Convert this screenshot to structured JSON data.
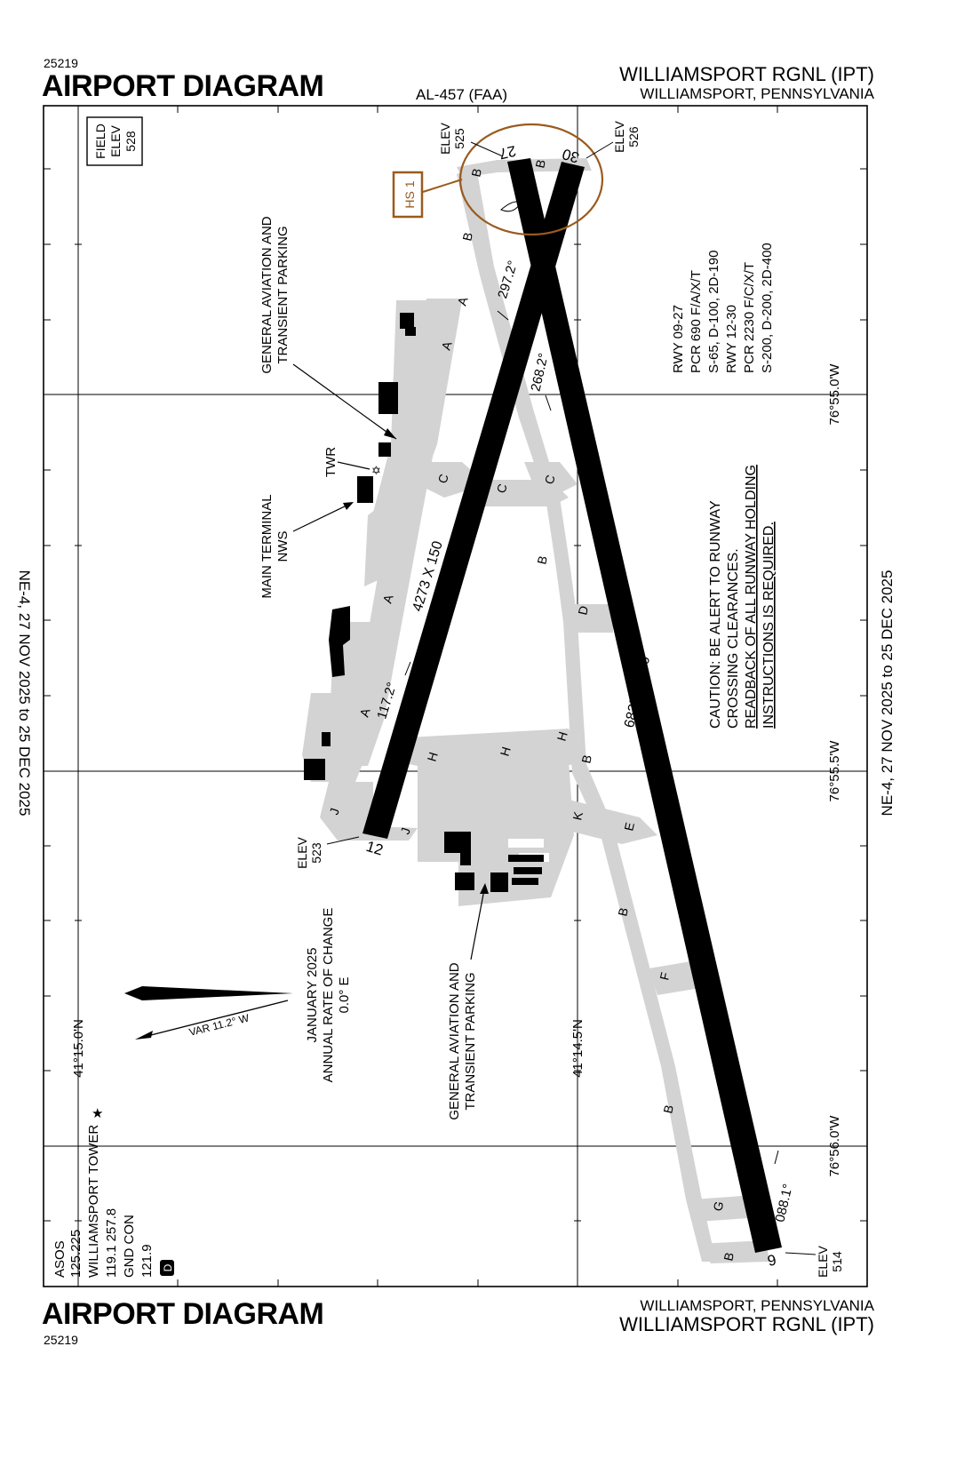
{
  "header": {
    "proc_number_top": "25219",
    "title_top": "AIRPORT DIAGRAM",
    "al_number": "AL-457 (FAA)",
    "airport_name_top": "WILLIAMSPORT RGNL (IPT)",
    "city_top": "WILLIAMSPORT, PENNSYLVANIA"
  },
  "footer": {
    "proc_number_bottom": "25219",
    "title_bottom": "AIRPORT DIAGRAM",
    "city_bottom": "WILLIAMSPORT, PENNSYLVANIA",
    "airport_name_bottom": "WILLIAMSPORT RGNL (IPT)"
  },
  "side_dates": {
    "left": "NE-4, 27 NOV 2025 to 25 DEC 2025",
    "right": "NE-4, 27 NOV 2025 to 25 DEC 2025"
  },
  "field_elev": {
    "line1": "FIELD",
    "line2": "ELEV",
    "line3": "528"
  },
  "comms": {
    "asos_label": "ASOS",
    "asos_freq": "125.225",
    "tower_label": "WILLIAMSPORT TOWER",
    "tower_freq": "119.1 257.8",
    "gnd_label": "GND CON",
    "gnd_freq": "121.9",
    "d_symbol": "D"
  },
  "runway_info": {
    "l1": "RWY 09-27",
    "l2": "PCR 690 F/A/X/T",
    "l3": "S-65, D-100, 2D-190",
    "l4": "RWY 12-30",
    "l5": "PCR 2230 F/C/X/T",
    "l6": "S-200, D-200, 2D-400"
  },
  "caution": {
    "l1": "CAUTION: BE ALERT TO RUNWAY",
    "l2": "CROSSING CLEARANCES.",
    "l3": "READBACK OF ALL RUNWAY HOLDING",
    "l4": "INSTRUCTIONS IS REQUIRED."
  },
  "variation": {
    "var_label": "VAR 11.2° W",
    "l1": "JANUARY 2025",
    "l2": "ANNUAL RATE OF CHANGE",
    "l3": "0.0° E"
  },
  "coords": {
    "lon_a": "76°55.0'W",
    "lon_b": "76°55.5'W",
    "lon_c": "76°56.0'W",
    "lat_a": "41°15.0'N",
    "lat_b": "41°14.5'N"
  },
  "runways": {
    "rwy_9": "9",
    "rwy_27": "27",
    "rwy_12": "12",
    "rwy_30": "30",
    "dim_0927": "6825 X 150",
    "dim_1230": "4273 X 150",
    "hdg_297": "297.2°",
    "hdg_268": "268.2°",
    "hdg_117": "117.2°",
    "hdg_088": "088.1°"
  },
  "elevations": {
    "elev_label": "ELEV",
    "e525": "525",
    "e526": "526",
    "e523": "523",
    "e514": "514"
  },
  "labels": {
    "ga_parking_top_1": "GENERAL AVIATION AND",
    "ga_parking_top_2": "TRANSIENT PARKING",
    "twr": "TWR",
    "main_terminal": "MAIN TERMINAL",
    "nws": "NWS",
    "ga_parking_bot_1": "GENERAL AVIATION AND",
    "ga_parking_bot_2": "TRANSIENT PARKING",
    "hot_spot": "HS 1"
  },
  "taxiways": {
    "A": "A",
    "B": "B",
    "C": "C",
    "D": "D",
    "E": "E",
    "F": "F",
    "G": "G",
    "H": "H",
    "J": "J",
    "K": "K"
  },
  "colors": {
    "runway": "#000000",
    "taxiway": "#d3d3d3",
    "hotspot": "#9a5a1e"
  }
}
